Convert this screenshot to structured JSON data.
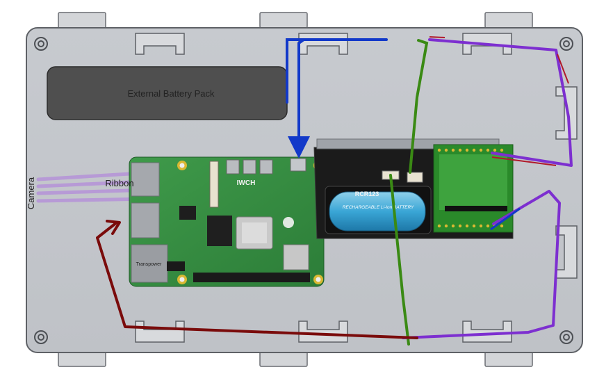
{
  "labels": {
    "battery_pack": "External Battery Pack",
    "camera": "Camera",
    "ribbon": "Ribbon"
  },
  "board_markings": {
    "pi_hdmi": "IWCH",
    "cell_model": "RCR123",
    "cell_text": "RECHARGEABLE Li-Ion BATTERY",
    "ethernet": "Transpower"
  },
  "colors": {
    "enclosure": "#c9ccd0",
    "battery_pack": "#4f4f4f",
    "wire_blue": "#1239c9",
    "wire_green": "#3a8a14",
    "wire_purple": "#7d2fd0",
    "wire_darkred": "#7a0b0b",
    "ribbon": "#b79ad6"
  }
}
